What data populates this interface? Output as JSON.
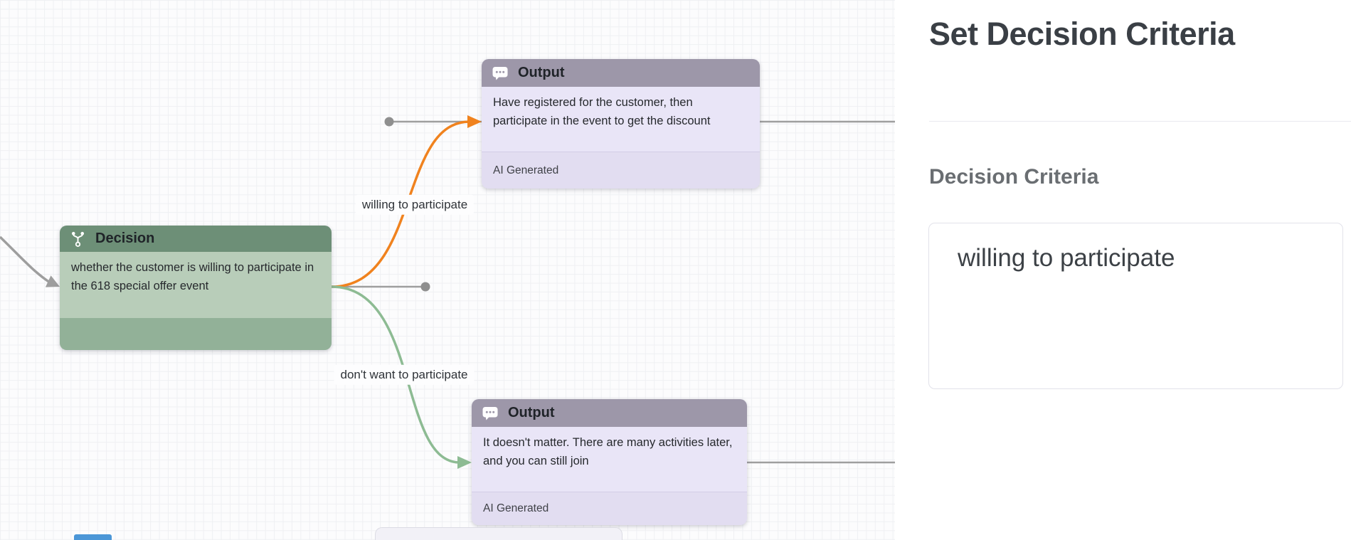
{
  "canvas": {
    "decision_node": {
      "title": "Decision",
      "description": "whether the customer is willing to participate in the 618 special offer event"
    },
    "output_top_node": {
      "title": "Output",
      "description": "Have registered for the customer, then participate in the event to get the discount",
      "footer_label": "AI Generated"
    },
    "output_bottom_node": {
      "title": "Output",
      "description": "It doesn't matter. There are many activities later, and you can still join",
      "footer_label": "AI Generated"
    },
    "edge_labels": {
      "yes": "willing to participate",
      "no": "don't want to participate"
    }
  },
  "panel": {
    "title": "Set Decision Criteria",
    "section_heading": "Decision Criteria",
    "criteria_value": "willing to participate"
  },
  "colors": {
    "decision_header": "#6d8f77",
    "decision_body": "#b8cdb9",
    "decision_footer": "#92b198",
    "output_header": "#9d97a9",
    "output_body": "#e9e5f7",
    "output_footer": "#e2ddf1",
    "edge_yes": "#f0821e",
    "edge_no": "#8dbb93",
    "edge_neutral": "#9e9e9e",
    "grid_line": "#eff0f3"
  }
}
